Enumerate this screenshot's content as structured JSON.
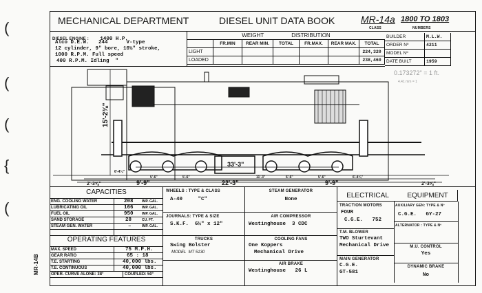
{
  "header": {
    "dept": "MECHANICAL DEPARTMENT",
    "book": "DIESEL UNIT DATA BOOK",
    "class_value": "MR-14a",
    "class_label": "CLASS",
    "numbers_value": "1800 TO 1803",
    "numbers_label": "NUMBERS"
  },
  "engine": {
    "label": "DIESEL ENGINE :",
    "hp": "1400 H.P.",
    "lines": [
      "Alco D.E.W.   244      V-type",
      "12 cylinder, 9\" bore, 10½\" stroke,",
      "1000 R.P.M. Full speed",
      "400 R.P.M. Idling  \""
    ]
  },
  "weight": {
    "title_a": "WEIGHT",
    "title_b": "DISTRIBUTION",
    "columns": [
      "FR.MIN",
      "REAR MIN.",
      "TOTAL",
      "FR.MAX.",
      "REAR MAX.",
      "TOTAL"
    ],
    "rows": [
      {
        "label": "LIGHT",
        "total": "224,320"
      },
      {
        "label": "LOADED",
        "total": "238,460"
      }
    ]
  },
  "builder_info": [
    {
      "label": "BUILDER",
      "value": "M.L.W."
    },
    {
      "label": "ORDER Nº",
      "value": "4211"
    },
    {
      "label": "MODEL Nº",
      "value": ""
    },
    {
      "label": "DATE BUILT",
      "value": "1959"
    }
  ],
  "drawing": {
    "height": "15'-2⅜\"",
    "wheelbase": "33'-3\"",
    "truck_centers": "22'-3\"",
    "truck_left": "9'-9\"",
    "truck_right": "9'-9\"",
    "overhang_left": "2'-3⅝\"",
    "overhang_right": "2'-3⅝\"",
    "d_a": "6'-4¼\"",
    "d_b": "5'-6\"",
    "d_c": "5'-6\"",
    "d_d": "11'-3\"",
    "d_e": "6'-6\"",
    "d_f": "5'-6\"",
    "d_g": "6'-4¼\"",
    "note1": "0.173272\" = 1 ft.",
    "note2": "4.41 mm = 1"
  },
  "capacities": {
    "title": "CAPACITIES",
    "rows": [
      {
        "label": "ENG. COOLING WATER",
        "value": "208",
        "unit": "IMP. GAL."
      },
      {
        "label": "LUBRICATING OIL",
        "value": "166",
        "unit": "IMP. GAL."
      },
      {
        "label": "FUEL OIL",
        "value": "950",
        "unit": "IMP. GAL."
      },
      {
        "label": "SAND STORAGE",
        "value": "28",
        "unit": "CU. FT."
      },
      {
        "label": "STEAM GEN. WATER",
        "value": "–",
        "unit": "IMP. GAL."
      }
    ]
  },
  "operating": {
    "title": "OPERATING FEATURES",
    "rows": [
      {
        "label": "MAX. SPEED",
        "value": "75 M.P.H."
      },
      {
        "label": "GEAR RATIO",
        "value": "65 : 18"
      },
      {
        "label": "T.E. STARTING",
        "value": "40,000 lbs."
      },
      {
        "label": "T.E. CONTINUOUS",
        "value": "40,000 lbs."
      }
    ],
    "curve_label": "OPER. CURVE ALONE:",
    "curve_alone": "38°",
    "coupled_label": "COUPLED:",
    "coupled": "50°"
  },
  "mid": {
    "wheels_label": "WHEELS : TYPE & CLASS",
    "wheels": "A-40     \"C\"",
    "journals_label": "JOURNALS: TYPE & SIZE",
    "journals": "S.K.F.  6½\" x 12\"",
    "trucks_label": "TRUCKS",
    "trucks": "Swing Bolster",
    "trucks_model": "MODEL  MT 5130",
    "steam_label": "STEAM GENERATOR",
    "steam": "None",
    "air_comp_label": "AIR COMPRESSOR",
    "air_comp": "Westinghouse  3 CDC",
    "fans_label": "COOLING FANS",
    "fans_1": "One Koppers",
    "fans_2": "Mechanical Drive",
    "brake_label": "AIR BRAKE",
    "brake": "Westinghouse   26 L"
  },
  "electrical": {
    "title_a": "ELECTRICAL",
    "title_b": "EQUIPMENT",
    "traction_label": "TRACTION MOTORS",
    "traction_1": "FOUR",
    "traction_2": "C.G.E.   752",
    "blower_label": "T.M. BLOWER",
    "blower_1": "TWO Sturtevant",
    "blower_2": "Mechanical Drive",
    "gen_label": "MAIN GENERATOR",
    "gen_1": "C.G.E.",
    "gen_2": "GT-581",
    "aux_label": "AUXILIARY GEN: TYPE & Nº",
    "aux": "C.G.E.   GY-27",
    "alt_label": "ALTERNATOR : TYPE & Nº",
    "alt": "",
    "mu_label": "M.U. CONTROL",
    "mu": "Yes",
    "dyn_label": "DYNAMIC BRAKE",
    "dyn": "No"
  },
  "margin_mark": "MR-14B"
}
